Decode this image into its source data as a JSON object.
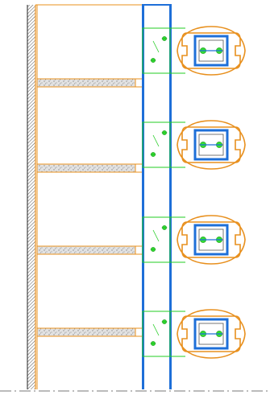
{
  "colors": {
    "background": "#ffffff",
    "wall_hatch": "#555555",
    "orange_outline": "#e8901e",
    "blue_post": "#1e6fd8",
    "green_plate": "#22cc22",
    "green_bolt": "#33dd33",
    "floor_fill": "#c8c8c8",
    "axis_line": "#777777"
  },
  "icons": {
    "wall": "hatched-concrete-wall",
    "slab": "floor-slab-section",
    "post": "steel-post-channel",
    "plate": "connection-plate",
    "bolt": "bolt-symbol",
    "clip": "omega-clip-profile",
    "axis": "dash-dot-centerline"
  },
  "levels": [
    {
      "id": "level-1"
    },
    {
      "id": "level-2"
    },
    {
      "id": "level-3"
    },
    {
      "id": "level-4"
    }
  ]
}
